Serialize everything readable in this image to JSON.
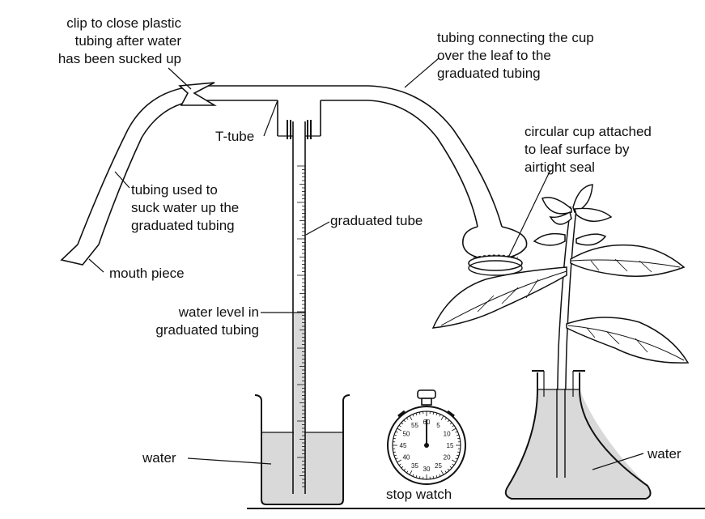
{
  "labels": {
    "clip": [
      "clip to close plastic",
      "tubing after water",
      "has been sucked up"
    ],
    "tubing_connecting": [
      "tubing connecting the cup",
      "over the leaf to the",
      "graduated tubing"
    ],
    "t_tube": "T-tube",
    "circular_cup": [
      "circular cup attached",
      "to leaf surface by",
      "airtight seal"
    ],
    "tubing_used": [
      "tubing used to",
      "suck water up the",
      "graduated tubing"
    ],
    "graduated_tube": "graduated tube",
    "mouth_piece": "mouth piece",
    "water_level": [
      "water level in",
      "graduated tubing"
    ],
    "water_beaker": "water",
    "water_flask": "water",
    "stop_watch": "stop watch"
  },
  "stopwatch_numbers": [
    "60",
    "5",
    "10",
    "15",
    "20",
    "25",
    "30",
    "35",
    "40",
    "45",
    "50",
    "55"
  ],
  "colors": {
    "ink": "#111111",
    "water": "#d9d9d9",
    "paper": "#ffffff"
  }
}
